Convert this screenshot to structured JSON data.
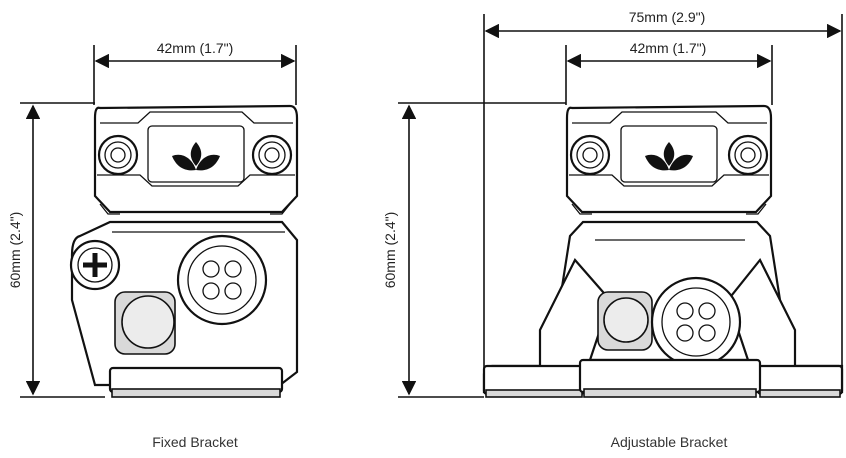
{
  "fixed": {
    "width_label": "42mm (1.7\")",
    "height_label": "60mm (2.4\")",
    "caption": "Fixed Bracket"
  },
  "adjustable": {
    "outer_width_label": "75mm (2.9\")",
    "width_label": "42mm (1.7\")",
    "height_label": "60mm (2.4\")",
    "caption": "Adjustable Bracket"
  },
  "icons": [
    "leaf-logo-icon",
    "screw-icon",
    "connector-icon",
    "cable-gland-icon",
    "phillips-screw-icon"
  ]
}
